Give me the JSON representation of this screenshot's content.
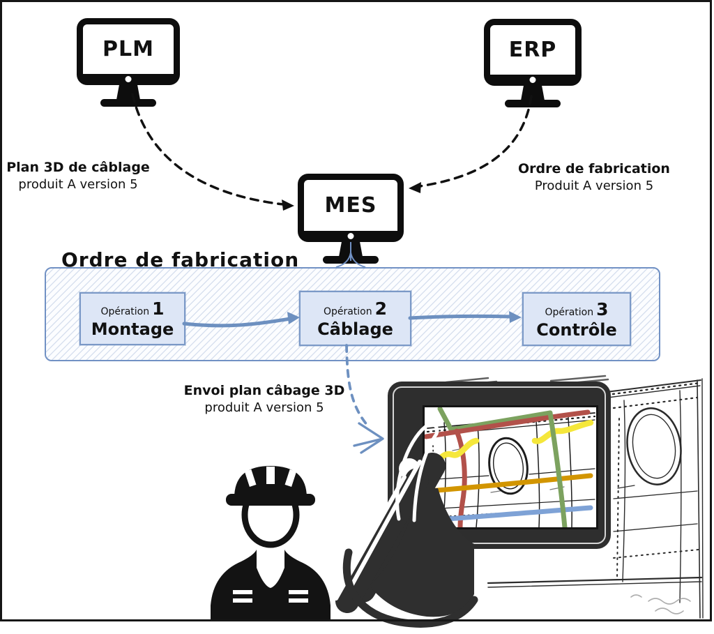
{
  "diagram": {
    "systems": {
      "plm": "PLM",
      "erp": "ERP",
      "mes": "MES"
    },
    "labels": {
      "plm_to_mes": {
        "line1": "Plan 3D de câblage",
        "line2": "produit A version 5"
      },
      "erp_to_mes": {
        "line1": "Ordre de fabrication",
        "line2": "Produit A version 5"
      },
      "envoi": {
        "line1": "Envoi plan câbage 3D",
        "line2": "produit A version 5"
      }
    },
    "work_order": {
      "title": "Ordre de fabrication",
      "operations": [
        {
          "prefix": "Opération",
          "number": "1",
          "name": "Montage"
        },
        {
          "prefix": "Opération",
          "number": "2",
          "name": "Câblage"
        },
        {
          "prefix": "Opération",
          "number": "3",
          "name": "Contrôle"
        }
      ]
    },
    "icons": [
      "plm-monitor-icon",
      "erp-monitor-icon",
      "mes-monitor-icon",
      "worker-hardhat-icon",
      "hand-holding-tablet-icon",
      "tablet-icon",
      "wiring-plan-sketch",
      "aircraft-panel-sketch"
    ],
    "colors": {
      "accent_blue": "#7191c4",
      "arrow_blue": "#6d90c0",
      "op_box_fill": "#dde6f6",
      "op_box_border": "#7b99c7",
      "wire_red": "#b2514a",
      "wire_green": "#7ca25f",
      "wire_yellow": "#f5e73b",
      "wire_orange": "#d29500",
      "wire_blue": "#7ea2d6",
      "ink": "#111111"
    }
  }
}
